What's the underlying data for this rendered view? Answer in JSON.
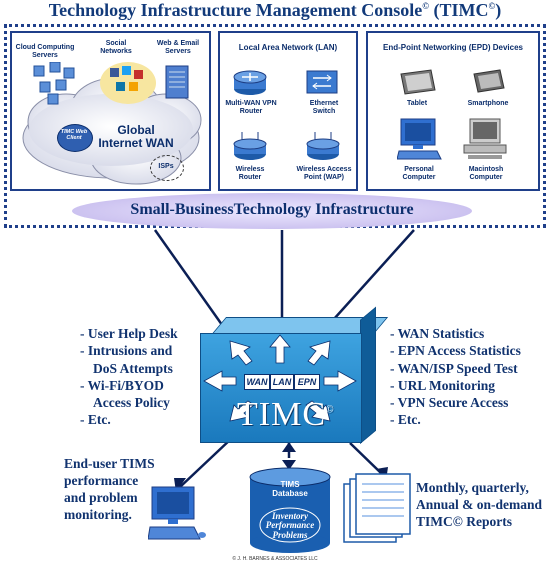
{
  "title": {
    "text": "Technology Infrastructure Management Console",
    "reg1": "©",
    "suffix": " (TIMC",
    "reg2": "©",
    "close": ")"
  },
  "panels": {
    "cloud": {
      "cloud_servers": "Cloud Computing Servers",
      "social": "Social Networks",
      "web_email": "Web & Email Servers",
      "wan_title": "Global Internet WAN",
      "client": "TIMC Web Client",
      "isps": "ISPs"
    },
    "lan": {
      "heading": "Local Area Network (LAN)",
      "router1": "Multi-WAN VPN Router",
      "switch": "Ethernet Switch",
      "router2": "Wireless Router",
      "wap": "Wireless Access Point (WAP)"
    },
    "epd": {
      "heading": "End-Point Networking (EPD) Devices",
      "tablet": "Tablet",
      "smartphone": "Smartphone",
      "pc": "Personal Computer",
      "mac": "Macintosh Computer"
    }
  },
  "band": "Small-BusinessTechnology Infrastructure",
  "left_list": [
    "- User Help Desk",
    "- Intrusions and",
    "DoS Attempts",
    "- Wi-Fi/BYOD",
    "Access Policy",
    "- Etc."
  ],
  "right_list": [
    "- WAN Statistics",
    "- EPN Access Statistics",
    "- WAN/ISP Speed Test",
    "- URL Monitoring",
    "- VPN Secure Access",
    "- Etc."
  ],
  "console": {
    "tags": [
      "WAN",
      "LAN",
      "EPN"
    ],
    "name": "TIMC",
    "reg": "©"
  },
  "bottom_left": [
    "End-user TIMS",
    "performance",
    "and problem",
    "monitoring."
  ],
  "database": {
    "line1": "TIMS",
    "line2": "Database",
    "italic": [
      "Inventory",
      "Performance",
      "Problems"
    ]
  },
  "bottom_right": [
    "Monthly, quarterly,",
    "Annual & on-demand",
    "TIMC© Reports"
  ],
  "copyright": "© J. H. BARNES & ASSOCIATES LLC"
}
